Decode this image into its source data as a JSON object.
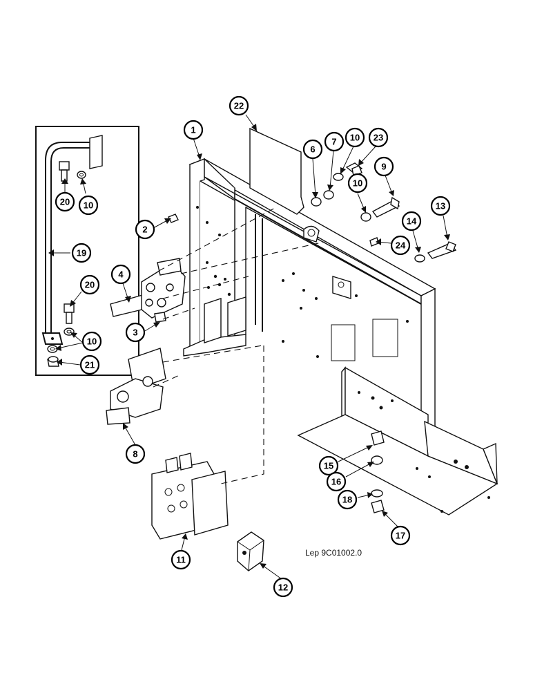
{
  "drawing_ref": "Lep 9C01002.0",
  "callouts": [
    {
      "id": "c1",
      "label": "1"
    },
    {
      "id": "c2",
      "label": "2"
    },
    {
      "id": "c3",
      "label": "3"
    },
    {
      "id": "c4",
      "label": "4"
    },
    {
      "id": "c6",
      "label": "6"
    },
    {
      "id": "c7",
      "label": "7"
    },
    {
      "id": "c8",
      "label": "8"
    },
    {
      "id": "c9",
      "label": "9"
    },
    {
      "id": "c10a",
      "label": "10"
    },
    {
      "id": "c10b",
      "label": "10"
    },
    {
      "id": "c10c",
      "label": "10"
    },
    {
      "id": "c10d",
      "label": "10"
    },
    {
      "id": "c11",
      "label": "11"
    },
    {
      "id": "c12",
      "label": "12"
    },
    {
      "id": "c13",
      "label": "13"
    },
    {
      "id": "c14",
      "label": "14"
    },
    {
      "id": "c15",
      "label": "15"
    },
    {
      "id": "c16",
      "label": "16"
    },
    {
      "id": "c17",
      "label": "17"
    },
    {
      "id": "c18",
      "label": "18"
    },
    {
      "id": "c19",
      "label": "19"
    },
    {
      "id": "c20a",
      "label": "20"
    },
    {
      "id": "c20b",
      "label": "20"
    },
    {
      "id": "c21",
      "label": "21"
    },
    {
      "id": "c22",
      "label": "22"
    },
    {
      "id": "c23",
      "label": "23"
    },
    {
      "id": "c24",
      "label": "24"
    }
  ]
}
